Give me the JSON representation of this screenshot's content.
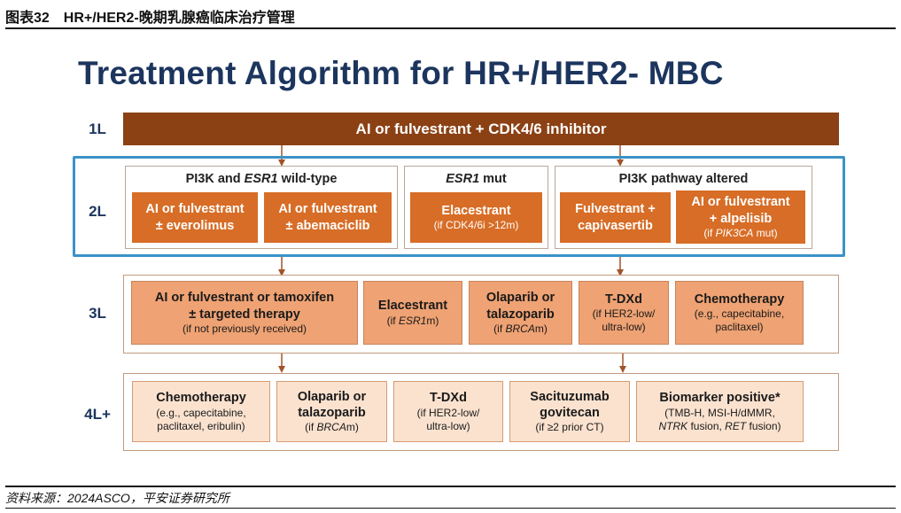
{
  "figure_caption": "图表32　HR+/HER2-晚期乳腺癌临床治疗管理",
  "title": "Treatment Algorithm for HR+/HER2- MBC",
  "lines": {
    "l1": "1L",
    "l2": "2L",
    "l3": "3L",
    "l4": "4L+"
  },
  "first_line": "AI or fulvestrant + CDK4/6 inhibitor",
  "second_line": {
    "group1": {
      "title_pre": "PI3K and ",
      "title_em": "ESR1",
      "title_post": " wild-type",
      "box1_l1": "AI or fulvestrant",
      "box1_l2": "± everolimus",
      "box2_l1": "AI or fulvestrant",
      "box2_l2": "± abemaciclib"
    },
    "group2": {
      "title_em": "ESR1",
      "title_post": " mut",
      "box_title": "Elacestrant",
      "box_note": "(if CDK4/6i >12m)"
    },
    "group3": {
      "title": "PI3K pathway altered",
      "box1_l1": "Fulvestrant +",
      "box1_l2": "capivasertib",
      "box2_l1": "AI or fulvestrant",
      "box2_l2": "+ alpelisib",
      "box2_note_pre": "(if ",
      "box2_note_em": "PIK3CA",
      "box2_note_post": " mut)"
    }
  },
  "third_line": {
    "b1_l1": "AI or fulvestrant or tamoxifen",
    "b1_l2": "± targeted therapy",
    "b1_note": "(if not previously received)",
    "b2_title": "Elacestrant",
    "b2_note_pre": "(if ",
    "b2_note_em": "ESR1",
    "b2_note_post": "m)",
    "b3_l1": "Olaparib or",
    "b3_l2": "talazoparib",
    "b3_note_pre": "(if ",
    "b3_note_em": "BRCA",
    "b3_note_post": "m)",
    "b4_title": "T-DXd",
    "b4_note1": "(if HER2-low/",
    "b4_note2": "ultra-low)",
    "b5_title": "Chemotherapy",
    "b5_note1": "(e.g., capecitabine,",
    "b5_note2": "paclitaxel)"
  },
  "fourth_line": {
    "b1_title": "Chemotherapy",
    "b1_note1": "(e.g., capecitabine,",
    "b1_note2": "paclitaxel, eribulin)",
    "b2_l1": "Olaparib or",
    "b2_l2": "talazoparib",
    "b2_note_pre": "(if ",
    "b2_note_em": "BRCA",
    "b2_note_post": "m)",
    "b3_title": "T-DXd",
    "b3_note1": "(if HER2-low/",
    "b3_note2": "ultra-low)",
    "b4_l1": "Sacituzumab",
    "b4_l2": "govitecan",
    "b4_note": "(if ≥2 prior CT)",
    "b5_title": "Biomarker positive*",
    "b5_note1": "(TMB-H, MSI-H/dMMR,",
    "b5_note2_em1": "NTRK",
    "b5_note2_mid": " fusion, ",
    "b5_note2_em2": "RET",
    "b5_note2_post": " fusion)"
  },
  "source": "资料来源：2024ASCO，平安证券研究所",
  "colors": {
    "title_navy": "#1c355e",
    "first_line_brown": "#8b4114",
    "second_line_orange": "#d76d26",
    "third_line_orange": "#efa273",
    "fourth_line_peach": "#fbe2cf",
    "frame_blue": "#3b92c8"
  }
}
